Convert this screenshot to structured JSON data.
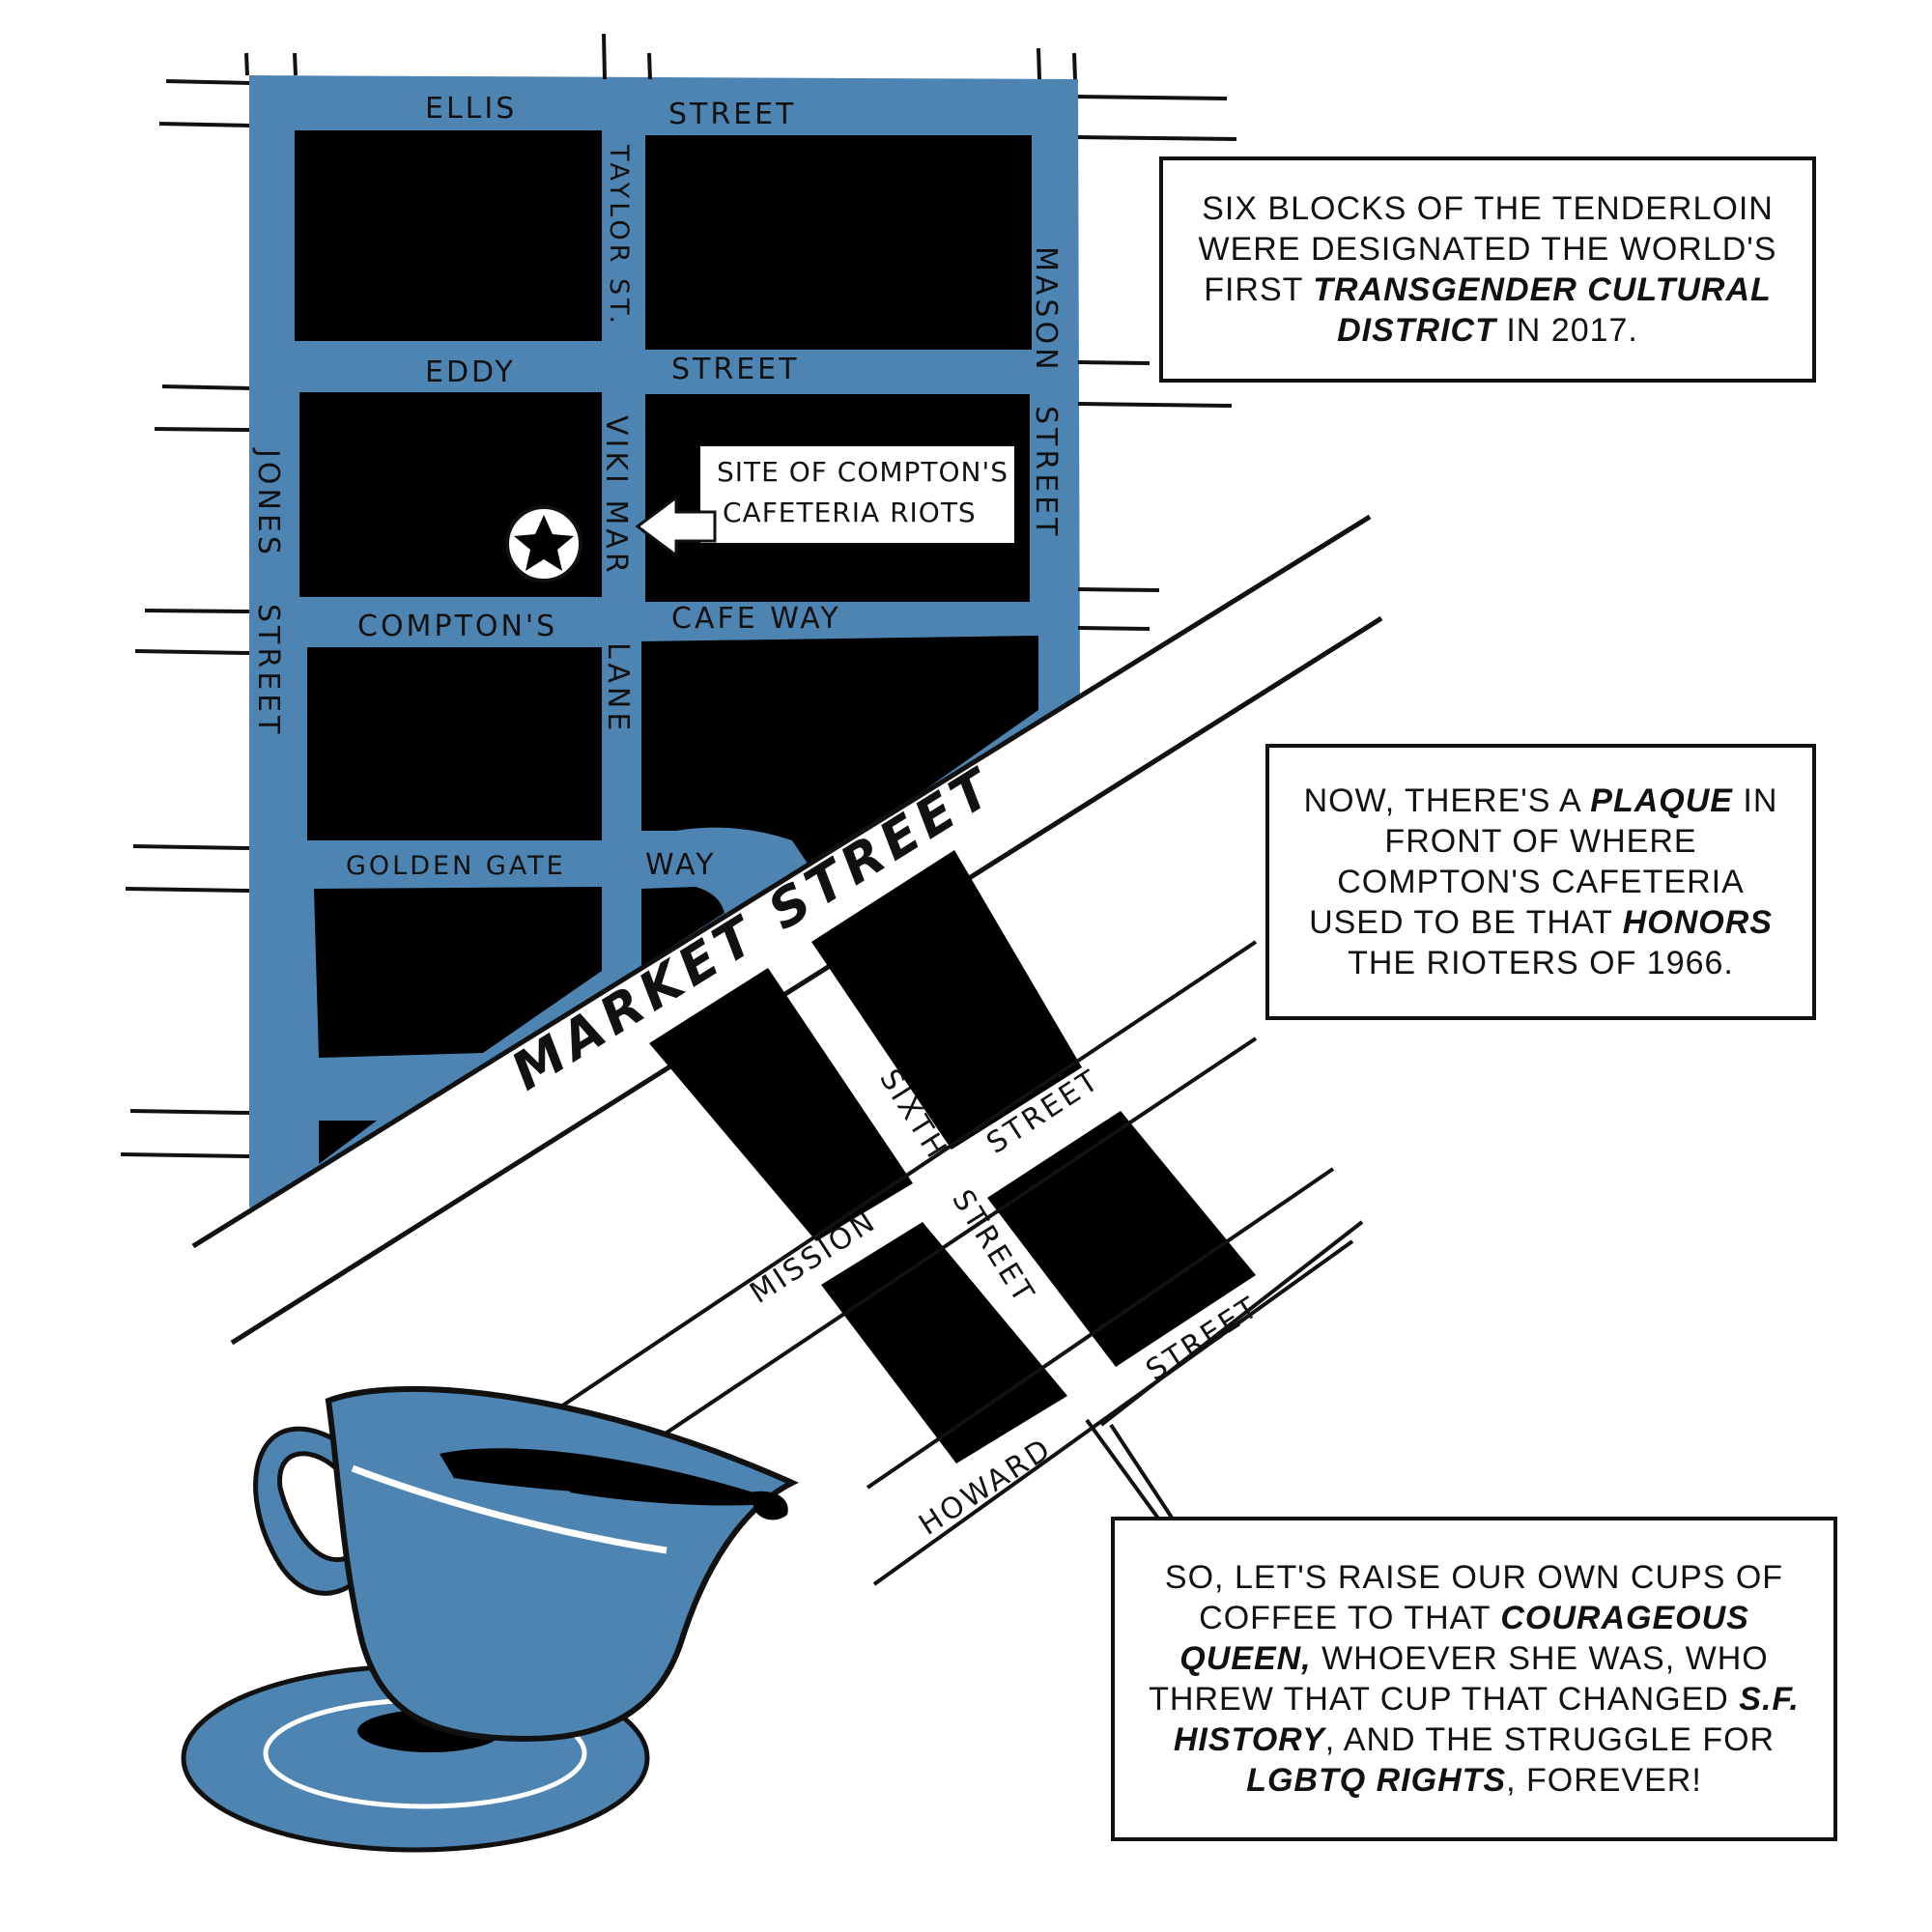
{
  "colors": {
    "map_blue": "#4e84b2",
    "block_black": "#000000",
    "line": "#111111",
    "background": "#ffffff"
  },
  "streets": {
    "ellis": "ELLIS",
    "ellis_street": "STREET",
    "eddy": "EDDY",
    "eddy_street": "STREET",
    "comptons": "COMPTON'S",
    "cafe_way": "CAFE WAY",
    "golden_gate": "GOLDEN GATE",
    "golden_gate_way": "WAY",
    "taylor": "TAYLOR ST.",
    "viki_mar": "VIKI MAR",
    "lane": "LANE",
    "jones": "JONES",
    "jones_street": "STREET",
    "mason": "MASON",
    "mason_street": "STREET",
    "market": "MARKET STREET",
    "sixth": "SIXTH",
    "sixth_street_upper": "STREET",
    "sixth_street_lower": "STREET",
    "mission": "MISSION",
    "howard": "HOWARD",
    "howard_street": "STREET"
  },
  "marker": {
    "icon": "star-icon",
    "label_line1": "SITE OF COMPTON'S",
    "label_line2": "CAFETERIA RIOTS"
  },
  "captions": {
    "box1": {
      "t1": "SIX BLOCKS OF THE TENDERLOIN WERE DESIGNATED THE WORLD'S FIRST ",
      "e1": "TRANSGENDER CULTURAL DISTRICT",
      "t2": " IN 2017."
    },
    "box2": {
      "t1": "NOW, THERE'S A ",
      "e1": "PLAQUE",
      "t2": " IN FRONT OF WHERE COMPTON'S CAFETERIA USED TO BE THAT ",
      "e2": "HONORS",
      "t3": " THE RIOTERS OF 1966."
    },
    "box3": {
      "t1": "SO, LET'S RAISE OUR OWN CUPS OF COFFEE TO THAT ",
      "e1": "COURAGEOUS QUEEN,",
      "t2": " WHOEVER SHE WAS, WHO THREW THAT CUP THAT CHANGED ",
      "e2": "S.F. HISTORY",
      "t3": ", AND THE STRUGGLE FOR ",
      "e3": "LGBTQ RIGHTS",
      "t4": ", FOREVER!"
    }
  },
  "illustration": {
    "coffee_cup": "coffee-cup"
  }
}
